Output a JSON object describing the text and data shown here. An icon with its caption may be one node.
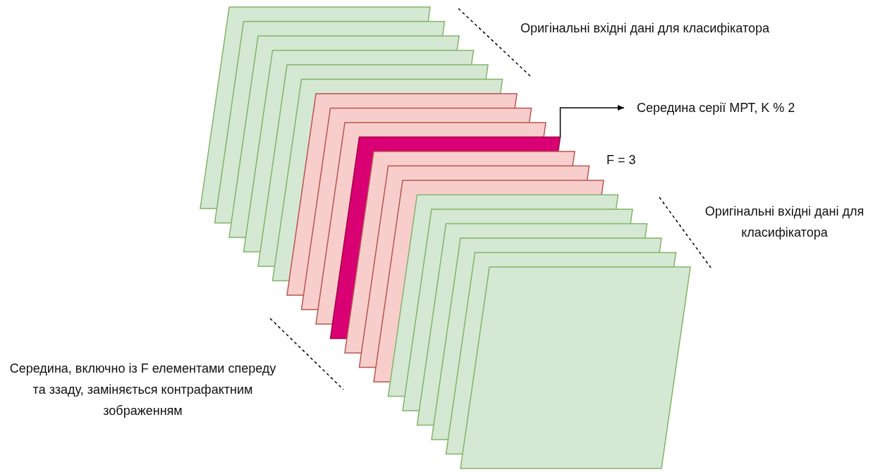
{
  "diagram": {
    "nodes": [
      {
        "text": [],
        "shape": "parallelogram"
      },
      {
        "text": [
          "Середина серії МРТ, K % 2"
        ]
      }
    ],
    "edges": [
      {
        "from": 0,
        "to": 1,
        "arrow": "to"
      }
    ],
    "labels": [
      "Оригінальні вхідні дані для класифікатора",
      "F = 3",
      "Оригінальні вхідні дані для класифікатора",
      "Середина, включно із F елементами спереду та ззаду, заміняється контрафактним зображенням"
    ]
  }
}
